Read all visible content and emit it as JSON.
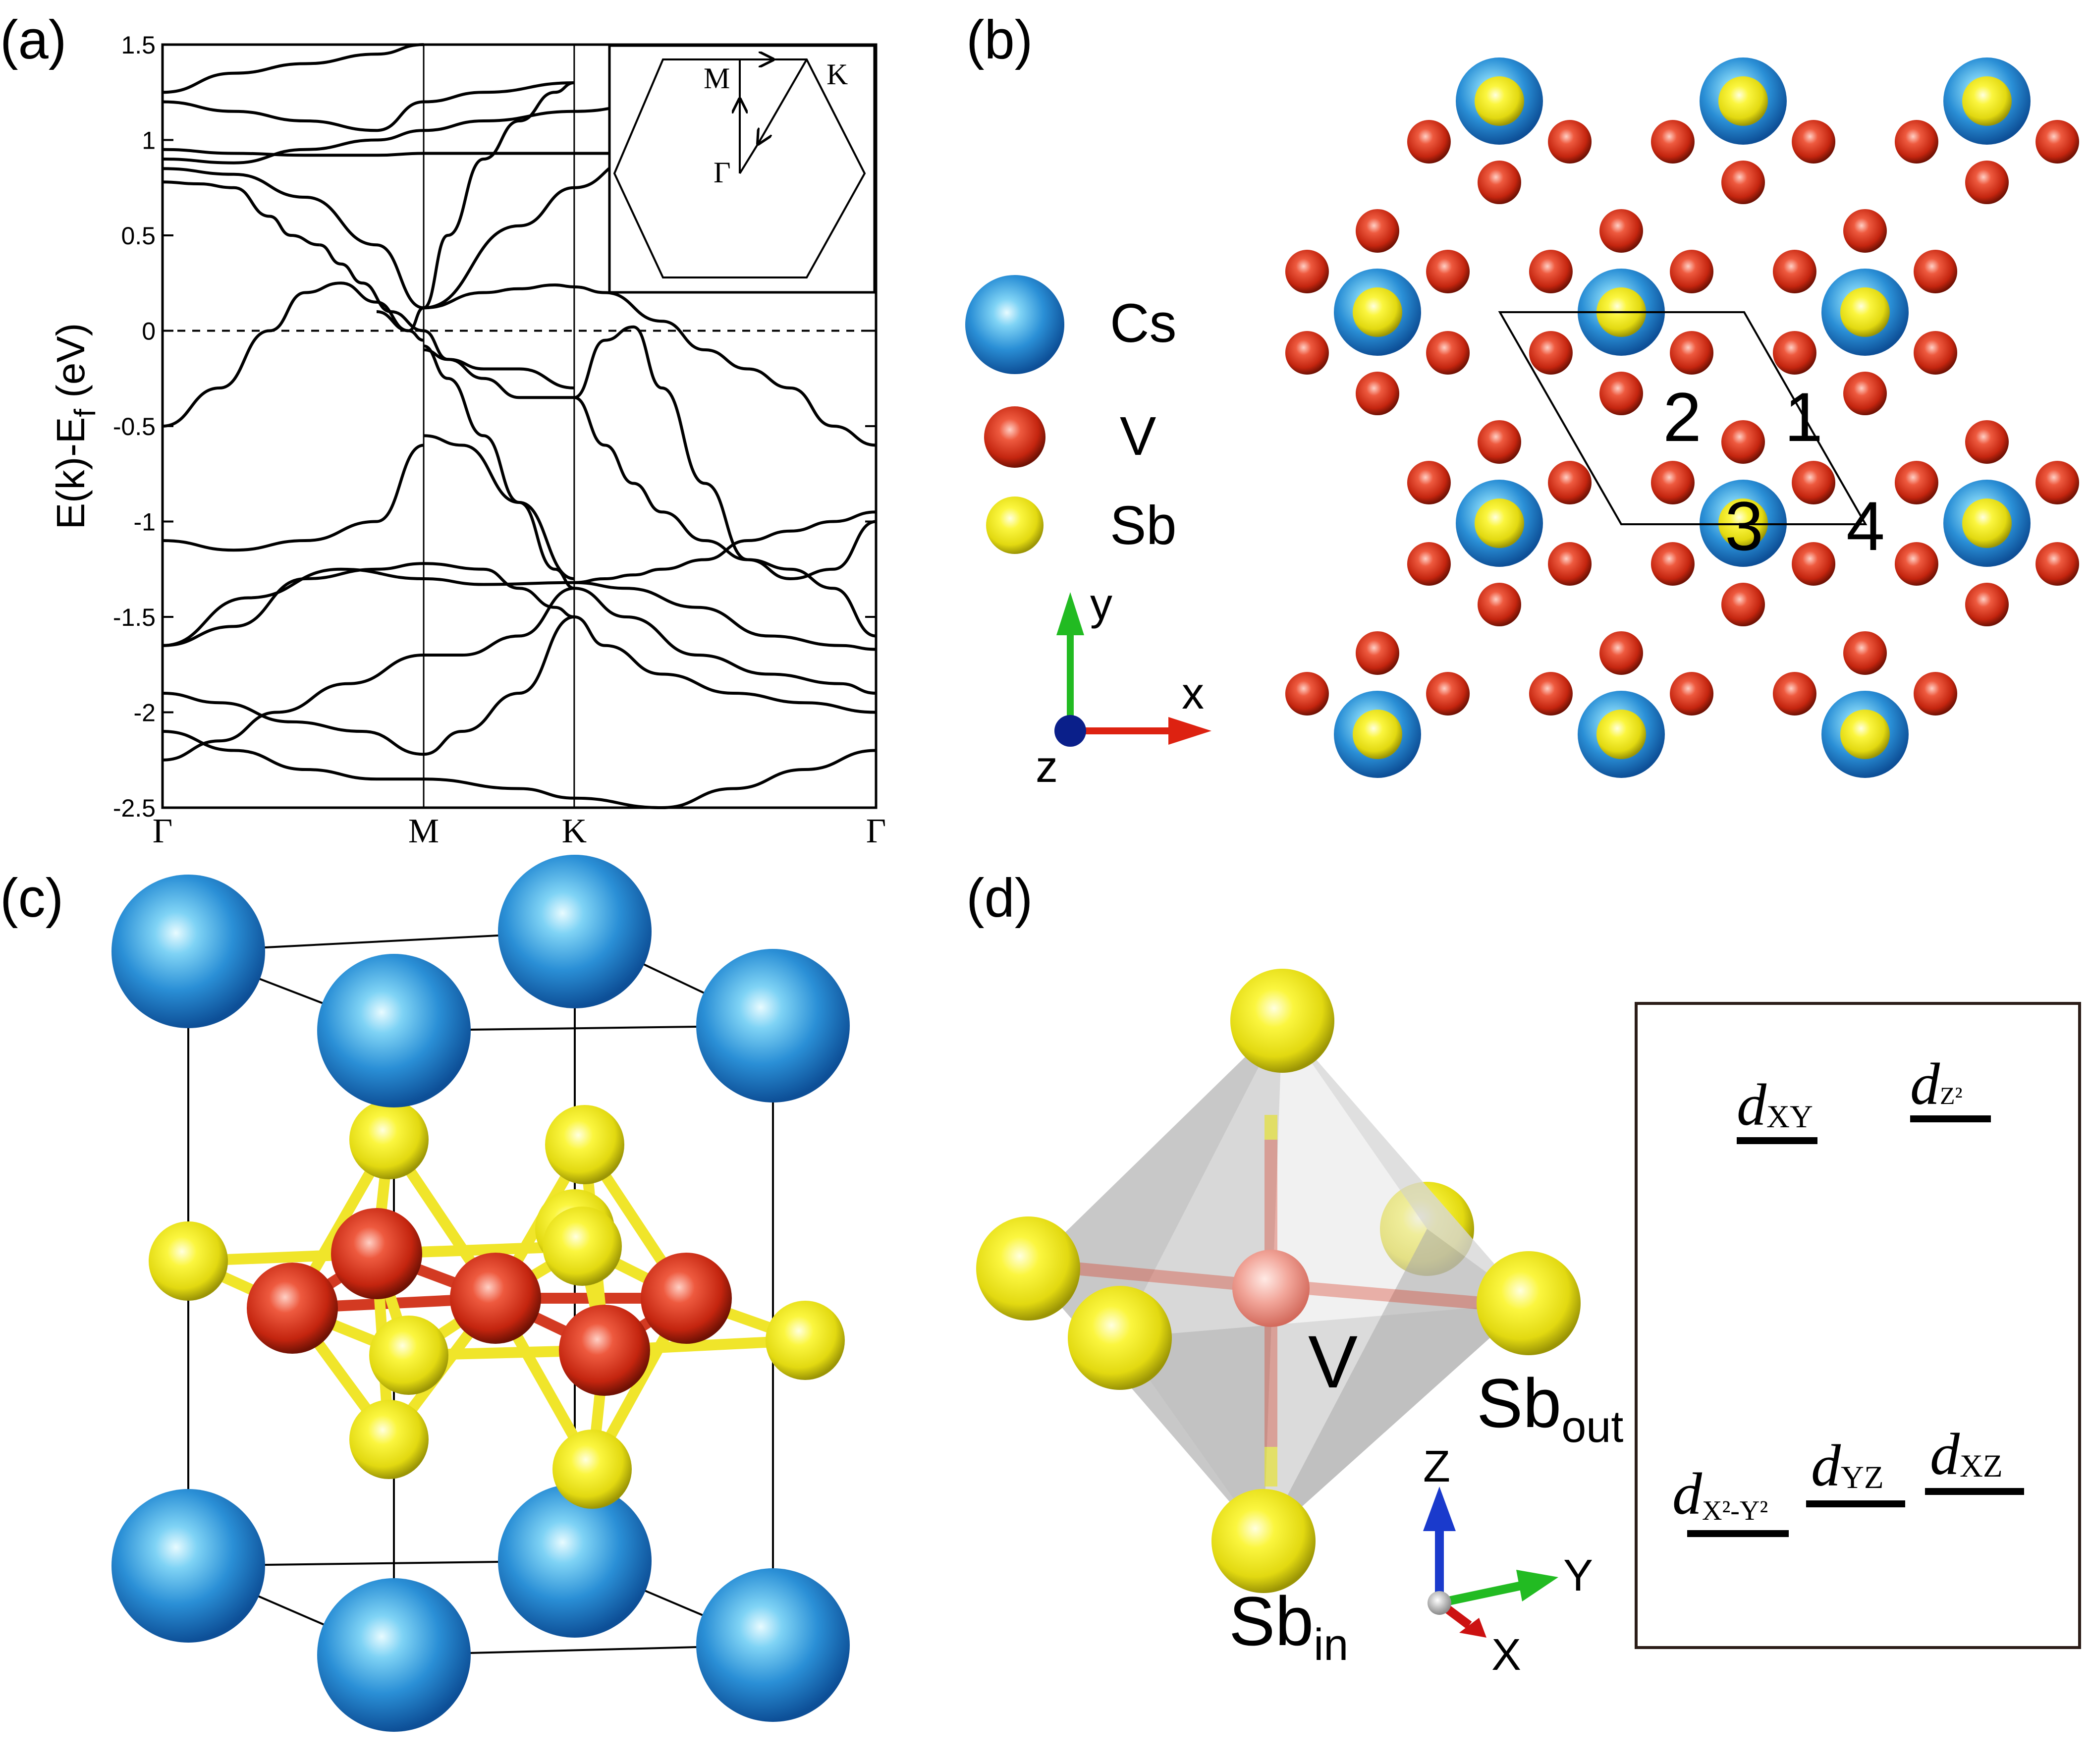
{
  "panels": {
    "a": "(a)",
    "b": "(b)",
    "c": "(c)",
    "d": "(d)"
  },
  "chart_data": {
    "type": "line",
    "ylabel_main": "E(k)-E",
    "ylabel_sub": "f",
    "ylabel_unit": " (eV)",
    "ylim": [
      -2.5,
      1.5
    ],
    "yticks": [
      "1.5",
      "1",
      "0.5",
      "0",
      "-0.5",
      "-1",
      "-1.5",
      "-2",
      "-2.5"
    ],
    "ytick_values": [
      1.5,
      1,
      0.5,
      0,
      -0.5,
      -1,
      -1.5,
      -2,
      -2.5
    ],
    "kpoints": [
      "Γ",
      "M",
      "K",
      "Γ"
    ],
    "kpoint_positions": [
      0,
      0.366,
      0.577,
      1
    ],
    "fermi_level": 0,
    "inset": {
      "labels": [
        "M",
        "K",
        "Γ"
      ]
    },
    "series": [
      {
        "x": [
          0,
          0.08,
          0.15,
          0.2,
          0.25,
          0.3,
          0.345,
          0.366
        ],
        "y": [
          -0.5,
          -0.3,
          0,
          0.2,
          0.25,
          0.15,
          0.0,
          -0.05
        ]
      },
      {
        "x": [
          0.366,
          0.4,
          0.45,
          0.5,
          0.55,
          0.577
        ],
        "y": [
          -0.08,
          -0.25,
          -0.55,
          -0.9,
          -1.25,
          -1.35
        ]
      },
      {
        "x": [
          0.577,
          0.62,
          0.66,
          0.7,
          0.76,
          0.82,
          0.88,
          0.94,
          1
        ],
        "y": [
          -1.32,
          -1.3,
          -1.28,
          -1.25,
          -1.2,
          -1.1,
          -1.05,
          -1.0,
          -0.95
        ]
      },
      {
        "x": [
          0,
          0.1,
          0.2,
          0.3,
          0.366
        ],
        "y": [
          -1.1,
          -1.15,
          -1.1,
          -1.0,
          -0.6
        ]
      },
      {
        "x": [
          0.366,
          0.42,
          0.5,
          0.577
        ],
        "y": [
          -0.55,
          -0.6,
          -0.9,
          -1.3
        ]
      },
      {
        "x": [
          0,
          0.12,
          0.25,
          0.366
        ],
        "y": [
          -1.65,
          -1.4,
          -1.25,
          -1.3
        ]
      },
      {
        "x": [
          0.366,
          0.45,
          0.577
        ],
        "y": [
          -1.3,
          -1.33,
          -1.32
        ]
      },
      {
        "x": [
          0.577,
          0.65,
          0.75,
          0.85,
          0.95,
          1
        ],
        "y": [
          -1.32,
          -1.35,
          -1.45,
          -1.6,
          -1.65,
          -1.67
        ]
      },
      {
        "x": [
          0,
          0.1,
          0.2,
          0.3,
          0.366
        ],
        "y": [
          -1.65,
          -1.55,
          -1.3,
          -1.25,
          -1.22
        ]
      },
      {
        "x": [
          0.366,
          0.45,
          0.5,
          0.55,
          0.577
        ],
        "y": [
          -1.22,
          -1.25,
          -1.35,
          -1.45,
          -1.5
        ]
      },
      {
        "x": [
          0.577,
          0.62,
          0.7,
          0.8,
          0.9,
          1
        ],
        "y": [
          -1.5,
          -1.65,
          -1.8,
          -1.9,
          -1.95,
          -2.0
        ]
      },
      {
        "x": [
          0,
          0.08,
          0.18,
          0.28,
          0.366
        ],
        "y": [
          -1.9,
          -1.95,
          -2.05,
          -2.1,
          -2.22
        ]
      },
      {
        "x": [
          0.366,
          0.42,
          0.5,
          0.577
        ],
        "y": [
          -2.22,
          -2.1,
          -1.9,
          -1.5
        ]
      },
      {
        "x": [
          0,
          0.08,
          0.16,
          0.26,
          0.366
        ],
        "y": [
          -2.25,
          -2.15,
          -2.0,
          -1.85,
          -1.7
        ]
      },
      {
        "x": [
          0.366,
          0.42,
          0.5,
          0.577
        ],
        "y": [
          -1.7,
          -1.7,
          -1.6,
          -1.35
        ]
      },
      {
        "x": [
          0.577,
          0.65,
          0.75,
          0.85,
          0.95,
          1
        ],
        "y": [
          -1.35,
          -1.5,
          -1.7,
          -1.8,
          -1.85,
          -1.9
        ]
      },
      {
        "x": [
          0,
          0.1,
          0.2,
          0.3,
          0.366
        ],
        "y": [
          -2.1,
          -2.2,
          -2.3,
          -2.35,
          -2.35
        ]
      },
      {
        "x": [
          0.366,
          0.5,
          0.577
        ],
        "y": [
          -2.35,
          -2.4,
          -2.45
        ]
      },
      {
        "x": [
          0.577,
          0.7,
          0.8,
          0.9,
          1
        ],
        "y": [
          -2.45,
          -2.5,
          -2.4,
          -2.3,
          -2.2
        ]
      },
      {
        "x": [
          0.3,
          0.345,
          0.366,
          0.4,
          0.45,
          0.5,
          0.55,
          0.577
        ],
        "y": [
          0.1,
          0.0,
          0.12,
          0.5,
          0.9,
          1.1,
          1.25,
          1.3
        ]
      },
      {
        "x": [
          0.577,
          0.62,
          0.66,
          0.7,
          0.76,
          0.82,
          0.88,
          0.94,
          1
        ],
        "y": [
          -0.35,
          -0.05,
          0.02,
          -0.3,
          -0.8,
          -1.2,
          -1.3,
          -1.25,
          -1.0
        ]
      },
      {
        "x": [
          0.366,
          0.45,
          0.5,
          0.55,
          0.577
        ],
        "y": [
          0.12,
          0.2,
          0.22,
          0.24,
          0.23
        ]
      },
      {
        "x": [
          0.577,
          0.62,
          0.7,
          0.76,
          0.82,
          0.88,
          0.94,
          1
        ],
        "y": [
          0.23,
          0.2,
          0.05,
          -0.1,
          -0.2,
          -0.3,
          -0.5,
          -0.6
        ]
      },
      {
        "x": [
          0.366,
          0.4,
          0.45,
          0.5,
          0.55,
          0.577
        ],
        "y": [
          -0.1,
          -0.15,
          -0.25,
          -0.35,
          -0.35,
          -0.35
        ]
      },
      {
        "x": [
          0.577,
          0.62,
          0.66,
          0.7,
          0.76,
          0.82,
          0.88,
          0.94,
          1
        ],
        "y": [
          -0.35,
          -0.6,
          -0.8,
          -0.95,
          -1.1,
          -1.2,
          -1.25,
          -1.35,
          -1.6
        ]
      },
      {
        "x": [
          0,
          0.05,
          0.1,
          0.15,
          0.18,
          0.22
        ],
        "y": [
          0.78,
          0.77,
          0.75,
          0.6,
          0.5,
          0.45
        ]
      },
      {
        "x": [
          0.22,
          0.25,
          0.28,
          0.32,
          0.366,
          0.4,
          0.45,
          0.5,
          0.577
        ],
        "y": [
          0.45,
          0.35,
          0.25,
          0.1,
          0.0,
          -0.15,
          -0.2,
          -0.2,
          -0.3
        ]
      },
      {
        "x": [
          0,
          0.1,
          0.2,
          0.3,
          0.366
        ],
        "y": [
          0.85,
          0.82,
          0.7,
          0.45,
          0.12
        ]
      },
      {
        "x": [
          0.366,
          0.5,
          0.577
        ],
        "y": [
          0.12,
          0.55,
          0.75
        ]
      },
      {
        "x": [
          0.577,
          0.66,
          0.76,
          0.88,
          1
        ],
        "y": [
          0.75,
          0.9,
          1.0,
          1.05,
          1.1
        ]
      },
      {
        "x": [
          0,
          0.1,
          0.2,
          0.3,
          0.366,
          0.45,
          0.577
        ],
        "y": [
          0.9,
          0.88,
          0.95,
          1.0,
          1.05,
          1.1,
          1.15
        ]
      },
      {
        "x": [
          0.577,
          0.7,
          0.8,
          0.9,
          1
        ],
        "y": [
          1.15,
          1.2,
          1.25,
          1.3,
          1.35
        ]
      },
      {
        "x": [
          0,
          0.1,
          0.2,
          0.3,
          0.366,
          0.45,
          0.577
        ],
        "y": [
          1.2,
          1.15,
          1.1,
          1.05,
          1.2,
          1.25,
          1.3
        ]
      },
      {
        "x": [
          0,
          0.1,
          0.2,
          0.3,
          0.366
        ],
        "y": [
          1.25,
          1.35,
          1.4,
          1.45,
          1.5
        ]
      },
      {
        "x": [
          0,
          0.1,
          0.2,
          0.3,
          0.366,
          0.577,
          1
        ],
        "y": [
          0.95,
          0.93,
          0.92,
          0.92,
          0.93,
          0.93,
          0.93
        ]
      }
    ]
  },
  "legend": [
    {
      "label": "Cs",
      "color": "#2a8fd6"
    },
    {
      "label": "V",
      "color": "#d6331e"
    },
    {
      "label": "Sb",
      "color": "#e8e31a"
    }
  ],
  "axes_b": {
    "y": "y",
    "x": "x",
    "z": "z"
  },
  "site_numbers": [
    "1",
    "2",
    "3",
    "4"
  ],
  "panel_d": {
    "v_label": "V",
    "sb_out_main": "Sb",
    "sb_out_sub": "out",
    "sb_in_main": "Sb",
    "sb_in_sub": "in",
    "axes": {
      "z": "Z",
      "y": "Y",
      "x": "X"
    },
    "orbitals": [
      {
        "main": "d",
        "sub": "XY"
      },
      {
        "main": "d",
        "sub": "Z²"
      },
      {
        "main": "d",
        "sub": "X²-Y²"
      },
      {
        "main": "d",
        "sub": "YZ"
      },
      {
        "main": "d",
        "sub": "XZ"
      }
    ]
  },
  "colors": {
    "cs": "#2a8fd6",
    "v": "#d6331e",
    "sb": "#e8e31a",
    "bond": "#d84a33"
  }
}
